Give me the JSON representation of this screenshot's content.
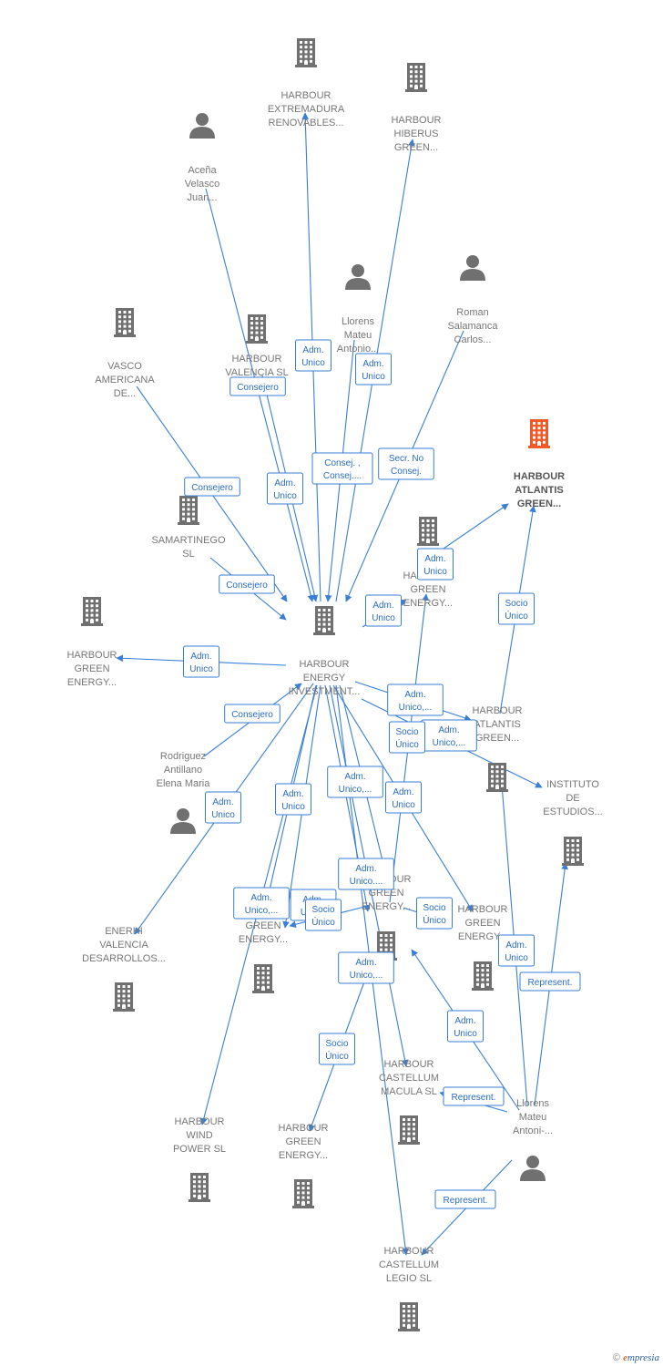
{
  "colors": {
    "edge": "#3a7fd5",
    "node": "#777777",
    "focus": "#f05a28"
  },
  "nodes": [
    {
      "id": "extremadura",
      "type": "company",
      "lines": [
        "HARBOUR",
        "EXTREMADURA",
        "RENOVABLES..."
      ]
    },
    {
      "id": "hiberus",
      "type": "company",
      "lines": [
        "HARBOUR",
        "HIBERUS",
        "GREEN..."
      ]
    },
    {
      "id": "acena",
      "type": "person",
      "lines": [
        "Aceña",
        "Velasco",
        "Juan..."
      ]
    },
    {
      "id": "llorens1",
      "type": "person",
      "lines": [
        "Llorens",
        "Mateu",
        "Antonio..."
      ]
    },
    {
      "id": "roman",
      "type": "person",
      "lines": [
        "Roman",
        "Salamanca",
        "Carlos..."
      ]
    },
    {
      "id": "vasco",
      "type": "company",
      "lines": [
        "VASCO",
        "AMERICANA",
        "DE..."
      ]
    },
    {
      "id": "valencia",
      "type": "company",
      "lines": [
        "HARBOUR",
        "VALENCIA  SL"
      ]
    },
    {
      "id": "atlantis_focus",
      "type": "company",
      "focus": true,
      "lines": [
        "HARBOUR",
        "ATLANTIS",
        "GREEN..."
      ]
    },
    {
      "id": "samartinego",
      "type": "company",
      "lines": [
        "SAMARTINEGO",
        "SL"
      ]
    },
    {
      "id": "green_top",
      "type": "company",
      "lines": [
        "HARBOUR",
        "GREEN",
        "ENERGY..."
      ]
    },
    {
      "id": "green_left",
      "type": "company",
      "lines": [
        "HARBOUR",
        "GREEN",
        "ENERGY..."
      ]
    },
    {
      "id": "investment",
      "type": "company",
      "lines": [
        "HARBOUR",
        "ENERGY",
        "INVESTMENT..."
      ]
    },
    {
      "id": "atlantis2",
      "type": "company",
      "lines": [
        "HARBOUR",
        "ATLANTIS",
        "GREEN..."
      ]
    },
    {
      "id": "instituto",
      "type": "company",
      "lines": [
        "INSTITUTO",
        "DE",
        "ESTUDIOS..."
      ]
    },
    {
      "id": "rodriguez",
      "type": "person",
      "lines": [
        "Rodriguez",
        "Antillano",
        "Elena Maria"
      ]
    },
    {
      "id": "enerhi",
      "type": "company",
      "lines": [
        "ENERHI",
        "VALENCIA",
        "DESARROLLOS..."
      ]
    },
    {
      "id": "green_mid_left",
      "type": "company",
      "lines": [
        "HARBOUR",
        "GREEN",
        "ENERGY..."
      ]
    },
    {
      "id": "green_mid",
      "type": "company",
      "lines": [
        "HARBOUR",
        "GREEN",
        "ENERGY..."
      ]
    },
    {
      "id": "green_mid_right",
      "type": "company",
      "lines": [
        "HARBOUR",
        "GREEN",
        "ENERGY..."
      ]
    },
    {
      "id": "castellum_macula",
      "type": "company",
      "lines": [
        "HARBOUR",
        "CASTELLUM",
        "MACULA  SL"
      ]
    },
    {
      "id": "llorens2",
      "type": "person",
      "lines": [
        "Llorens",
        "Mateu",
        "Antoni-..."
      ]
    },
    {
      "id": "wind",
      "type": "company",
      "lines": [
        "HARBOUR",
        "WIND",
        "POWER  SL"
      ]
    },
    {
      "id": "green_bottom",
      "type": "company",
      "lines": [
        "HARBOUR",
        "GREEN",
        "ENERGY..."
      ]
    },
    {
      "id": "castellum_legio",
      "type": "company",
      "lines": [
        "HARBOUR",
        "CASTELLUM",
        "LEGIO  SL"
      ]
    }
  ],
  "edges": [
    {
      "id": "e_extremadura",
      "label": [
        "Adm.",
        "Unico"
      ]
    },
    {
      "id": "e_hiberus",
      "label": [
        "Adm.",
        "Unico"
      ]
    },
    {
      "id": "e_acena",
      "label": [
        "Consejero"
      ]
    },
    {
      "id": "e_valencia",
      "label": [
        "Adm.",
        "Unico"
      ]
    },
    {
      "id": "e_llorens1",
      "label": [
        "Consej. ,",
        "Consej...."
      ]
    },
    {
      "id": "e_roman",
      "label": [
        "Secr.  No",
        "Consej."
      ]
    },
    {
      "id": "e_vasco",
      "label": [
        "Consejero"
      ]
    },
    {
      "id": "e_samartinego",
      "label": [
        "Consejero"
      ]
    },
    {
      "id": "e_green_top",
      "label": [
        "Adm.",
        "Unico"
      ]
    },
    {
      "id": "e_atlantis_focus",
      "label": [
        "Adm.",
        "Unico"
      ]
    },
    {
      "id": "e_atl2_focus",
      "label": [
        "Socio",
        "Único"
      ]
    },
    {
      "id": "e_green_left",
      "label": [
        "Adm.",
        "Unico"
      ]
    },
    {
      "id": "e_rodriguez",
      "label": [
        "Consejero"
      ]
    },
    {
      "id": "e_atlantis2",
      "label": [
        "Adm.",
        "Unico,..."
      ]
    },
    {
      "id": "e_instituto",
      "label": [
        "Adm.",
        "Unico,..."
      ]
    },
    {
      "id": "e_mid_top",
      "label": [
        "Socio",
        "Único"
      ]
    },
    {
      "id": "e_enerhi",
      "label": [
        "Adm.",
        "Unico"
      ]
    },
    {
      "id": "e_wind",
      "label": [
        "Adm.",
        "Unico"
      ]
    },
    {
      "id": "e_green_mid_a",
      "label": [
        "Adm.",
        "Unico,..."
      ]
    },
    {
      "id": "e_green_mid_right",
      "label": [
        "Adm.",
        "Unico"
      ]
    },
    {
      "id": "e_green_mid",
      "label": [
        "Adm.",
        "Unico...."
      ]
    },
    {
      "id": "e_green_mid_left_a",
      "label": [
        "Adm.",
        "Unico,..."
      ]
    },
    {
      "id": "e_green_mid_left_b",
      "label": [
        "Adm.",
        "Unic..."
      ]
    },
    {
      "id": "e_mid_socio",
      "label": [
        "Socio",
        "Único"
      ]
    },
    {
      "id": "e_mid_right_socio",
      "label": [
        "Socio",
        "Único"
      ]
    },
    {
      "id": "e_castellum_macula",
      "label": [
        "Adm.",
        "Unico,..."
      ]
    },
    {
      "id": "e_green_bottom",
      "label": [
        "Socio",
        "Único"
      ]
    },
    {
      "id": "e_llorens2_atl2",
      "label": [
        "Adm.",
        "Unico"
      ]
    },
    {
      "id": "e_llorens2_instituto",
      "label": [
        "Represent."
      ]
    },
    {
      "id": "e_llorens2_mid_right",
      "label": [
        "Adm.",
        "Unico"
      ]
    },
    {
      "id": "e_llorens2_macula",
      "label": [
        "Represent."
      ]
    },
    {
      "id": "e_llorens2_legio",
      "label": [
        "Represent."
      ]
    }
  ],
  "footer": {
    "symbol": "©",
    "brand_e": "e",
    "brand_rest": "mpresia"
  }
}
